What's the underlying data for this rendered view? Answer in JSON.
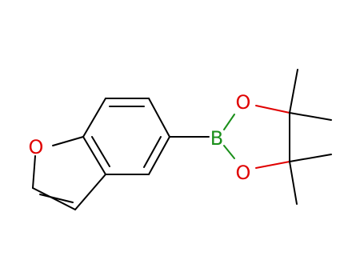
{
  "molecule": {
    "atoms": {
      "o_furan": {
        "symbol": "O",
        "color": "#e00000"
      },
      "b_boron": {
        "symbol": "B",
        "color": "#1a8f1a"
      },
      "o_top": {
        "symbol": "O",
        "color": "#e00000"
      },
      "o_bottom": {
        "symbol": "O",
        "color": "#e00000"
      }
    },
    "colors": {
      "carbon_bond": "#000000",
      "oxygen": "#e00000",
      "boron": "#1a8f1a"
    }
  }
}
